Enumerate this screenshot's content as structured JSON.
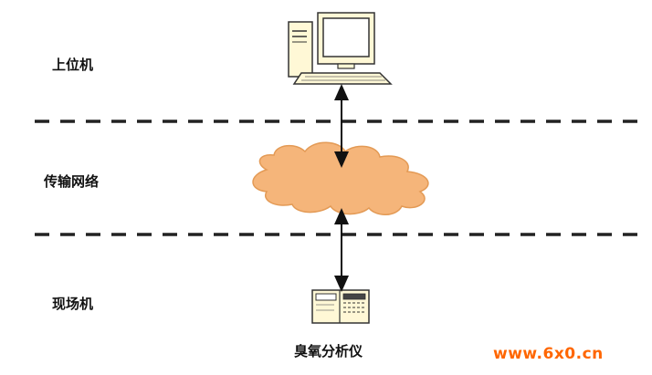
{
  "layers": {
    "upper": "上位机",
    "network": "传输网络",
    "field": "现场机"
  },
  "devices": {
    "analyzer_label": "臭氧分析仪"
  },
  "icons": {
    "computer": "desktop-computer-icon",
    "cloud": "network-cloud-icon",
    "analyzer": "analyzer-device-icon"
  },
  "watermark": {
    "text": "www.6x0.cn",
    "color": "#ff6600"
  },
  "colors": {
    "cloud_fill": "#f5b57a",
    "cloud_stroke": "#e39a55",
    "device_fill": "#fff8d6",
    "line": "#111111"
  }
}
